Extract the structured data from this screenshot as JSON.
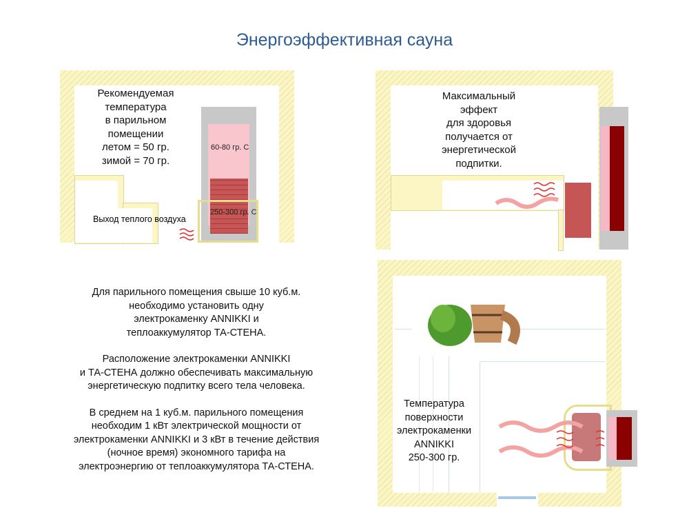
{
  "title": "Энергоэффективная сауна",
  "panel1": {
    "lines": [
      "Рекомендуемая",
      "температура",
      "в парильном",
      "помещении",
      "летом = 50 гр.",
      "зимой = 70 гр."
    ],
    "upper_temp": "60-80 гр. С",
    "stone_temp": "250-300 гр. С",
    "warm_air": "Выход теплого воздуха"
  },
  "panel2": {
    "lines": [
      "Максимальный",
      "эффект",
      "для здоровья",
      "получается от",
      "энергетической",
      "подпитки."
    ]
  },
  "panel3": {
    "lines": [
      "Температура",
      "поверхности",
      "электрокаменки",
      "ANNIKKI",
      "250-300 гр."
    ]
  },
  "body_text": [
    [
      "Для парильного помещения свыше 10 куб.м.",
      "необходимо установить одну",
      "электрокаменку ANNIKKI и",
      "теплоаккумулятор ТА-СТЕНА."
    ],
    [
      "Расположение электрокаменки ANNIKKI",
      "и ТА-СТЕНА должно обеспечивать максимальную",
      "энергетическую подпитку всего тела человека."
    ],
    [
      "В среднем на 1 куб.м. парильного помещения",
      "необходим 1 кВт электрической мощности от",
      "электрокаменки ANNIKKI и 3 кВт в течение действия",
      "(ночное время) экономного тарифа на",
      "электроэнергию от теплоаккумулятора ТА-СТЕНА."
    ]
  ],
  "colors": {
    "title": "#2e5b94",
    "wall": "#fbf6c4",
    "heat": "#e8797a",
    "stone": "#b94a4a",
    "accumulator": "#8b0000"
  }
}
